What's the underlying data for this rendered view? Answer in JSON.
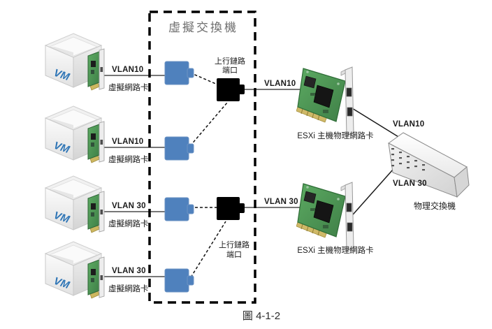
{
  "figure": {
    "caption": "圖 4-1-2"
  },
  "virtual_switch": {
    "title": "虛擬交換機",
    "uplink_ports": [
      {
        "label_line1": "上行鏈路",
        "label_line2": "端口",
        "outgoing_vlan": "VLAN10"
      },
      {
        "label_line1": "上行鏈路",
        "label_line2": "端口",
        "outgoing_vlan": "VLAN 30"
      }
    ]
  },
  "vms": [
    {
      "name": "VM",
      "vlan": "VLAN10",
      "nic_label": "虛擬網路卡"
    },
    {
      "name": "VM",
      "vlan": "VLAN10",
      "nic_label": "虛擬網路卡"
    },
    {
      "name": "VM",
      "vlan": "VLAN 30",
      "nic_label": "虛擬網路卡"
    },
    {
      "name": "VM",
      "vlan": "VLAN 30",
      "nic_label": "虛擬網路卡"
    }
  ],
  "esxi_nics": [
    {
      "label": "ESXi 主機物理網路卡",
      "vlan_to_switch": "VLAN10"
    },
    {
      "label": "ESXi 主機物理網路卡",
      "vlan_to_switch": "VLAN 30"
    }
  ],
  "physical_switch": {
    "label": "物理交換機"
  },
  "colors": {
    "port_blue": "#4f81bd",
    "uplink_black": "#000000",
    "pcb_green": "#4f9c57",
    "vm_text_blue": "#2e75b6",
    "line_gray": "#4a4a4a"
  }
}
